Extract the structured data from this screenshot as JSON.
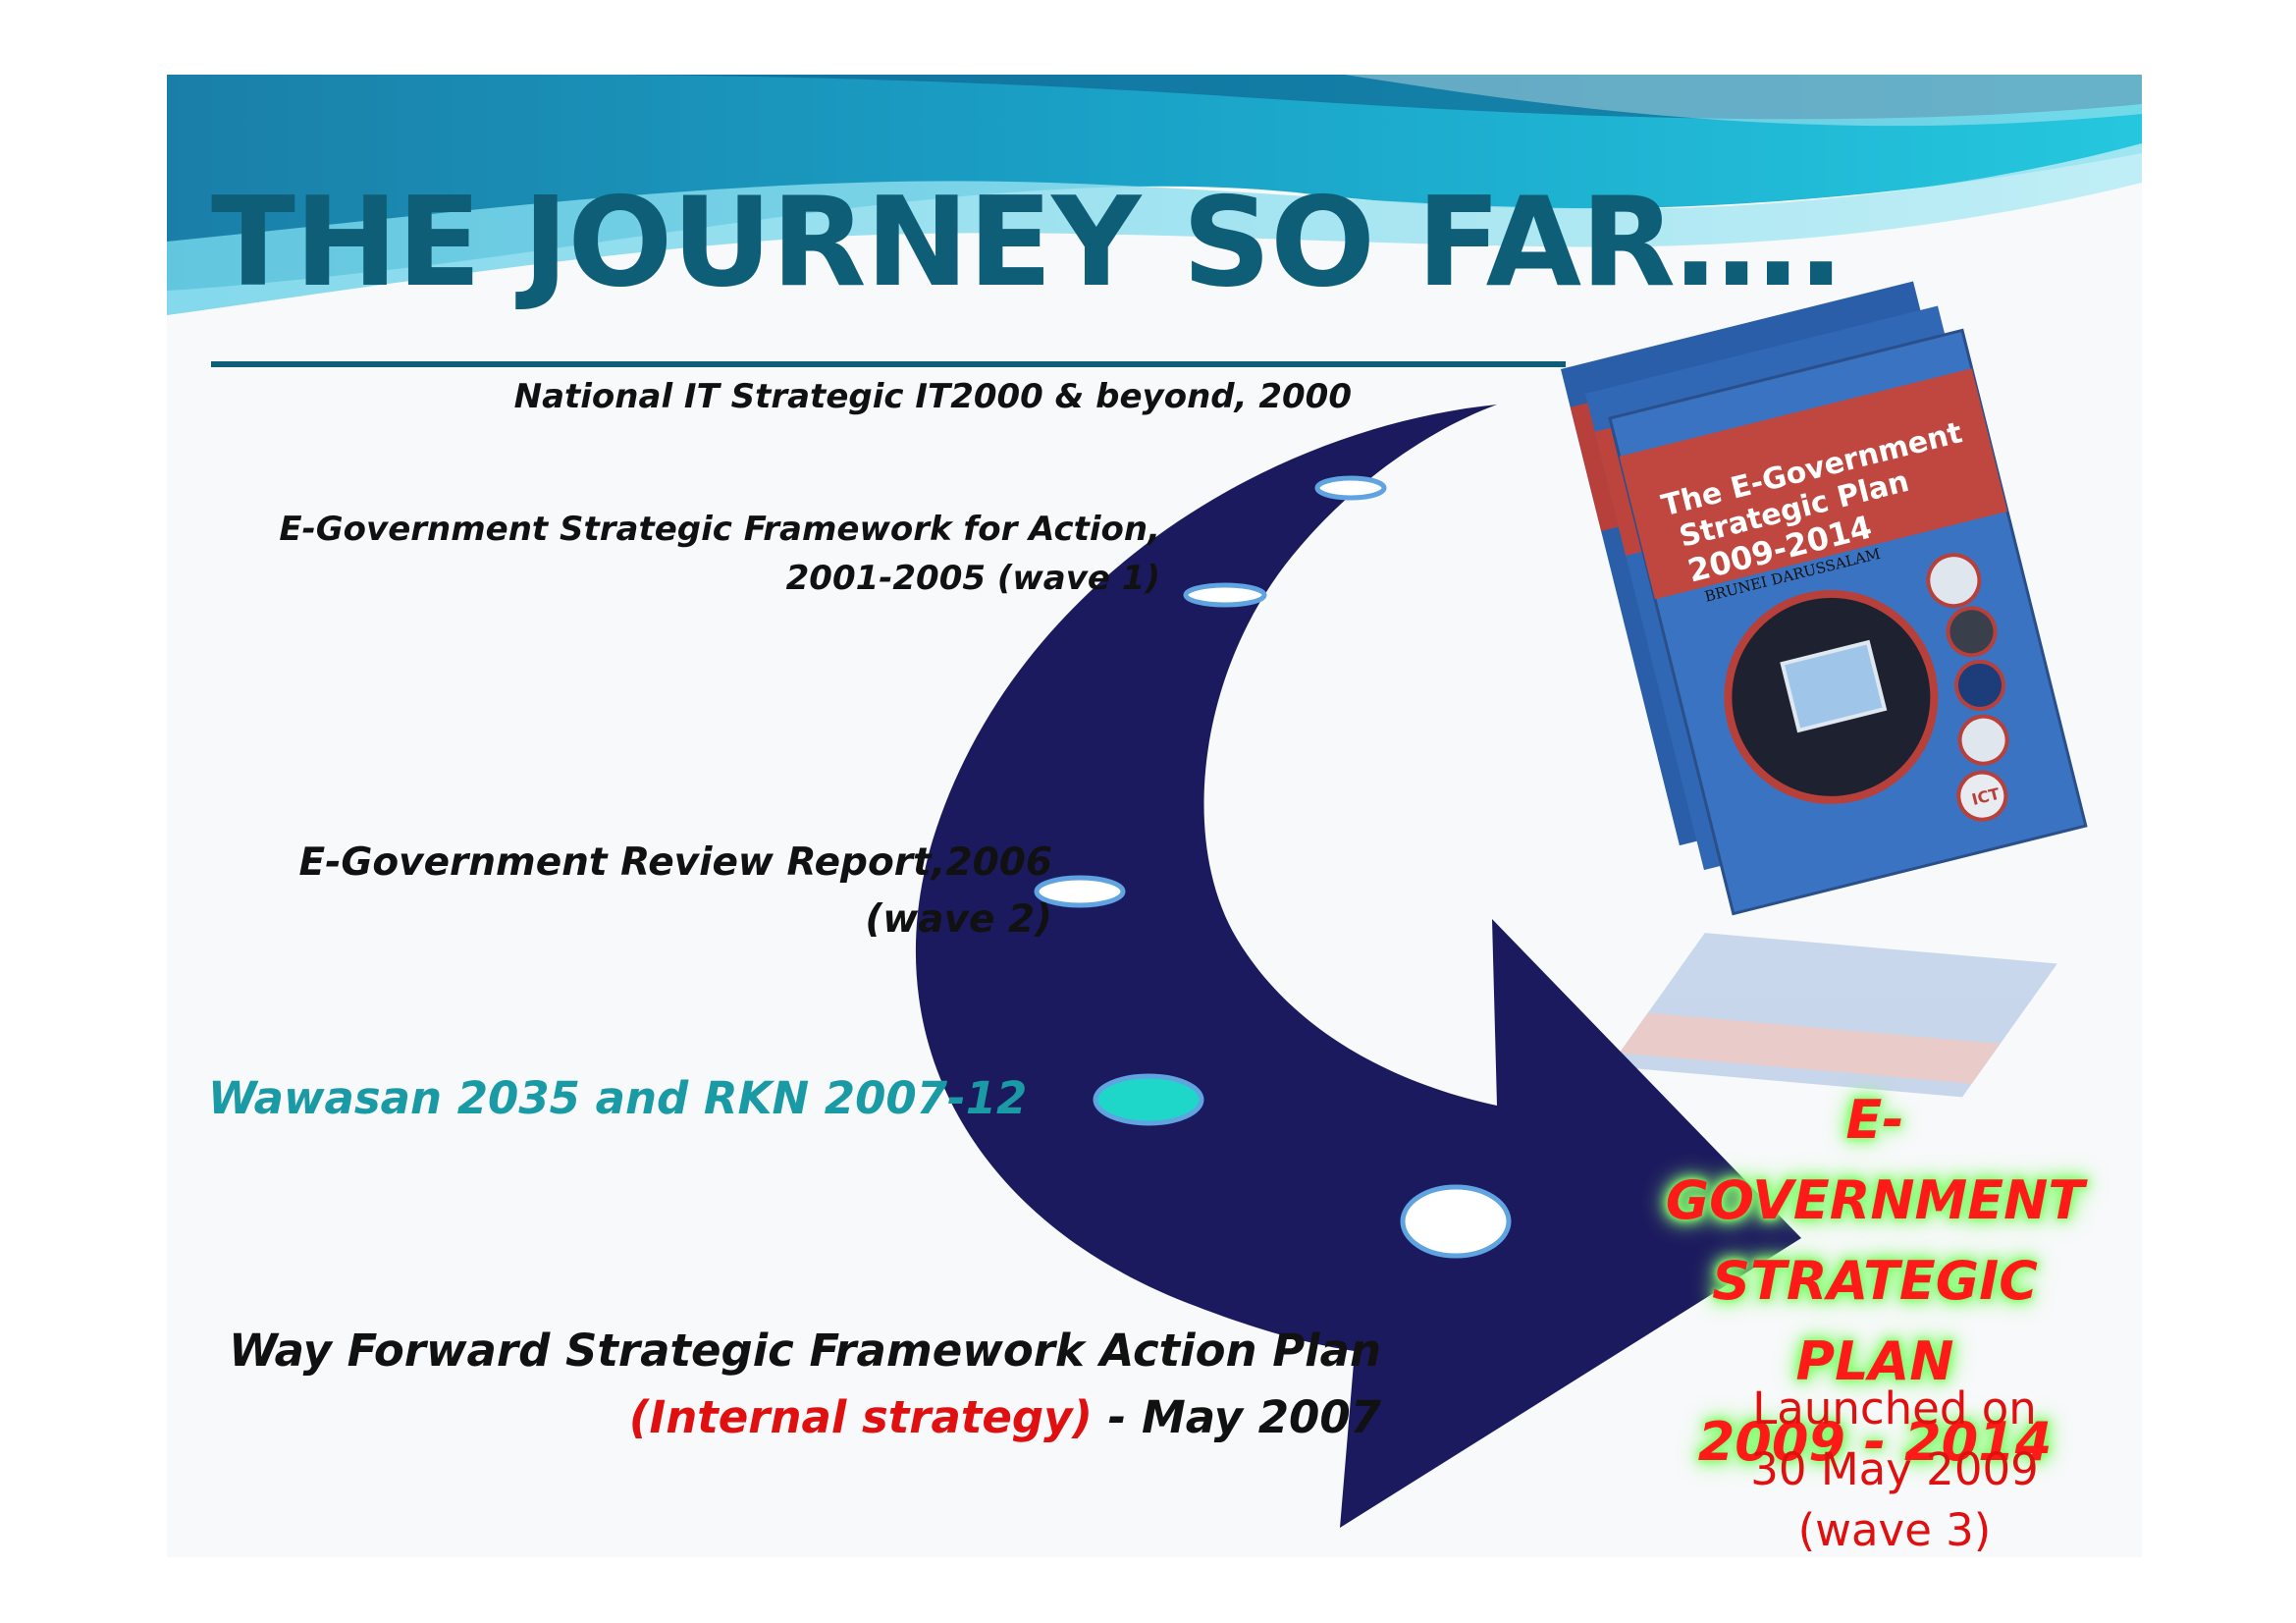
{
  "slide": {
    "title": "THE JOURNEY SO FAR….",
    "milestones": [
      {
        "label_lines": [
          "National IT Strategic IT2000 & beyond, 2000"
        ]
      },
      {
        "label_lines": [
          "E-Government Strategic Framework for Action,",
          "2001-2005 (wave 1)"
        ]
      },
      {
        "label_lines": [
          "E-Government Review Report,2006",
          "(wave 2)"
        ]
      },
      {
        "label_lines": [
          "Wawasan 2035 and RKN 2007-12"
        ]
      }
    ],
    "way_forward": {
      "line1": "Way Forward Strategic Framework Action Plan",
      "internal": "(Internal strategy)",
      "date": " - May 2007"
    },
    "book": {
      "title_line1": "The E-Government",
      "title_line2": "Strategic Plan",
      "years": "2009-2014",
      "country": "BRUNEI DARUSSALAM",
      "badge": "ICT"
    },
    "egov_plan": {
      "line1": "E-GOVERNMENT",
      "line2": "STRATEGIC",
      "line3": "PLAN",
      "line4": "2009 - 2014"
    },
    "launch": {
      "line1": "Launched on",
      "line2": "30 May 2009",
      "line3": "(wave 3)"
    },
    "colors": {
      "title": "#0f5e78",
      "arrow": "#1c1a5e",
      "accent_teal": "#1a9aa5",
      "red": "#e01010",
      "glow": "#7dff6a"
    }
  }
}
